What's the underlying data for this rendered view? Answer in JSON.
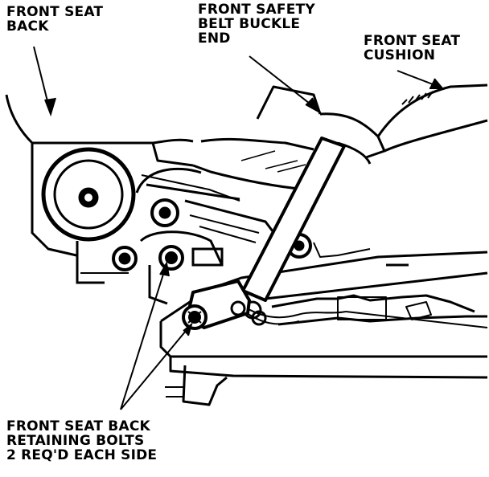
{
  "labels": {
    "front_seat_back": [
      "FRONT SEAT",
      "BACK"
    ],
    "front_safety_belt_buckle_end": [
      "FRONT SAFETY",
      "BELT BUCKLE",
      "END"
    ],
    "front_seat_cushion": [
      "FRONT SEAT",
      "CUSHION"
    ],
    "front_seat_back_retaining_bolts": [
      "FRONT SEAT BACK",
      "RETAINING BOLTS",
      "2 REQ'D EACH SIDE"
    ]
  },
  "colors": {
    "ink": "#000000",
    "paper": "#ffffff"
  }
}
